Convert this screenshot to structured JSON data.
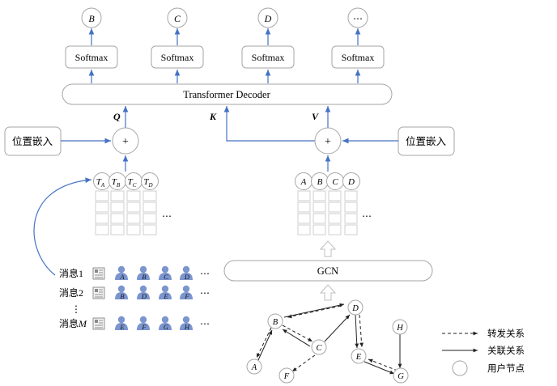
{
  "outputs": [
    "B",
    "C",
    "D",
    "⋯"
  ],
  "softmax_label": "Softmax",
  "decoder_label": "Transformer Decoder",
  "qkv": {
    "q": "Q",
    "k": "K",
    "v": "V"
  },
  "position_embedding": "位置嵌入",
  "plus": "+",
  "t_base": "T",
  "t_subs": [
    "A",
    "B",
    "C",
    "D"
  ],
  "node_tokens": [
    "A",
    "B",
    "C",
    "D"
  ],
  "ellipsis": "⋯",
  "vellipsis": "⋮",
  "gcn_label": "GCN",
  "messages": [
    {
      "label_base": "消息",
      "label_suffix": "1",
      "users": [
        "A",
        "B",
        "C",
        "D"
      ]
    },
    {
      "label_base": "消息",
      "label_suffix": "2",
      "users": [
        "B",
        "D",
        "E",
        "F"
      ]
    },
    {
      "label_base": "消息",
      "label_suffix": "M",
      "users": [
        "E",
        "F",
        "G",
        "H"
      ]
    }
  ],
  "graph_nodes": [
    "A",
    "B",
    "C",
    "D",
    "E",
    "F",
    "G",
    "H"
  ],
  "legend": {
    "repost": "转发关系",
    "relation": "关联关系",
    "user_node": "用户节点"
  },
  "colors": {
    "blue_arrow": "#4472c4",
    "user_icon": "#7b95cf",
    "box_stroke": "#a6a6a6"
  }
}
